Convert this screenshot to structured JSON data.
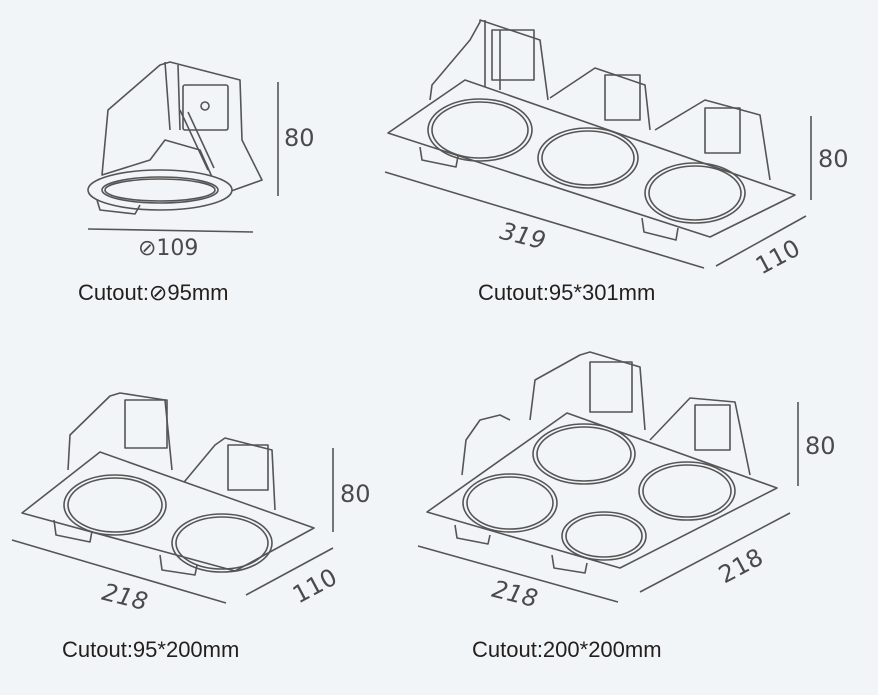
{
  "colors": {
    "background": "#f2f5f8",
    "line": "#555555",
    "text": "#231f1c"
  },
  "products": [
    {
      "name": "single-round",
      "dims": {
        "diameter": "⊘109",
        "height": "80"
      },
      "cutout": "Cutout:⊘95mm"
    },
    {
      "name": "triple-square",
      "dims": {
        "length": "319",
        "width": "110",
        "height": "80"
      },
      "cutout": "Cutout:95*301mm"
    },
    {
      "name": "double-square",
      "dims": {
        "length": "218",
        "width": "110",
        "height": "80"
      },
      "cutout": "Cutout:95*200mm"
    },
    {
      "name": "quad-square",
      "dims": {
        "length": "218",
        "width": "218",
        "height": "80"
      },
      "cutout": "Cutout:200*200mm"
    }
  ]
}
